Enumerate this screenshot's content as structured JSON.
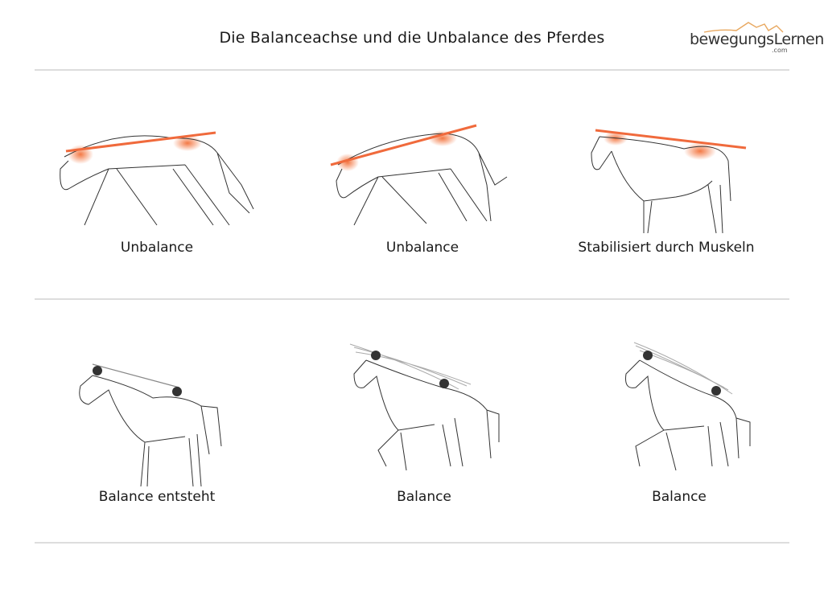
{
  "page": {
    "title": "Die Balanceachse und die Unbalance des Pferdes",
    "logo": {
      "name": "bewegungsLernen",
      "suffix": ".com"
    }
  },
  "colors": {
    "axis_orange": "#f06a3c",
    "muscle_glow": "#f47a40",
    "axis_gray": "#888888",
    "dot": "#333333",
    "rule": "#dddddd"
  },
  "panels": [
    {
      "caption": "Unbalance",
      "axis": "orange",
      "row": 1
    },
    {
      "caption": "Unbalance",
      "axis": "orange",
      "row": 1
    },
    {
      "caption": "Stabilisiert durch Muskeln",
      "axis": "orange",
      "row": 1
    },
    {
      "caption": "Balance entsteht",
      "axis": "gray",
      "row": 2
    },
    {
      "caption": "Balance",
      "axis": "gray",
      "row": 2
    },
    {
      "caption": "Balance",
      "axis": "gray",
      "row": 2
    }
  ]
}
